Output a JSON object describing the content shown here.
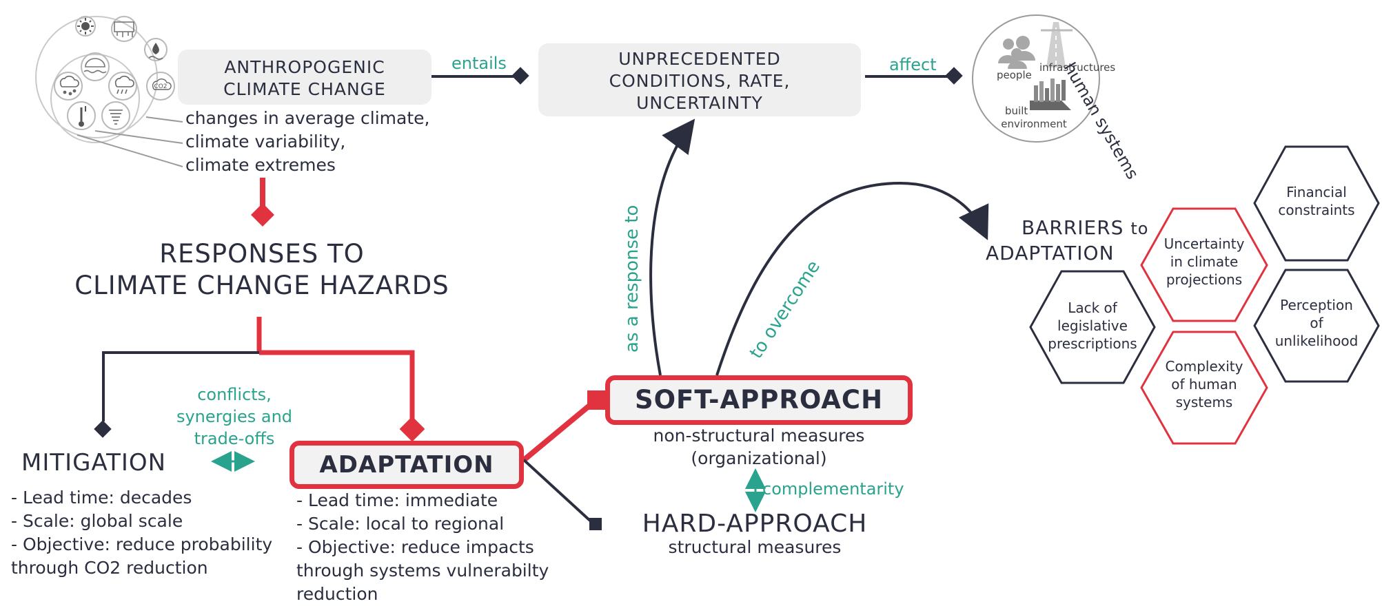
{
  "colors": {
    "navy": "#2a2e3f",
    "red": "#e0323f",
    "teal": "#2aa38e",
    "grey_box": "#efefef",
    "icon_grey": "#9a9a9a"
  },
  "climate": {
    "title_line1": "ANTHROPOGENIC",
    "title_line2": "CLIMATE CHANGE",
    "desc_line1": "changes in average climate,",
    "desc_line2": "climate variability,",
    "desc_line3": "climate extremes",
    "co2_label": "CO2",
    "icons": [
      "sun-icon",
      "frozen-ground-icon",
      "water-drop-icon",
      "cloud-rain-icon",
      "ice-melt-icon",
      "cloud-hail-icon",
      "co2-icon",
      "thermometer-icon",
      "tornado-icon"
    ]
  },
  "links": {
    "entails": "entails",
    "affect": "affect",
    "as_a_response_to": "as a response to",
    "to_overcome": "to overcome",
    "conflicts_line1": "conflicts,",
    "conflicts_line2": "synergies and",
    "conflicts_line3": "trade-offs",
    "complementarity": "complementarity"
  },
  "unprecedented": {
    "line1": "UNPRECEDENTED",
    "line2": "CONDITIONS, RATE,",
    "line3": "UNCERTAINTY"
  },
  "human_systems": {
    "arc_label": "human systems",
    "people": "people",
    "infrastructures": "infrastructures",
    "built_line1": "built",
    "built_line2": "environment"
  },
  "responses": {
    "line1": "RESPONSES TO",
    "line2": "CLIMATE CHANGE HAZARDS"
  },
  "mitigation": {
    "title": "MITIGATION",
    "items": [
      "- Lead time: decades",
      "- Scale: global scale",
      "- Objective: reduce probability",
      "through CO2 reduction"
    ]
  },
  "adaptation": {
    "title": "ADAPTATION",
    "items": [
      "- Lead time: immediate",
      "- Scale: local to regional",
      "- Objective: reduce impacts",
      "through systems vulnerabilty",
      "reduction"
    ]
  },
  "soft": {
    "title": "SOFT-APPROACH",
    "sub_line1": "non-structural measures",
    "sub_line2": "(organizational)"
  },
  "hard": {
    "title": "HARD-APPROACH",
    "sub": "structural measures"
  },
  "barriers": {
    "title_line1": "BARRIERS",
    "title_to": "to",
    "title_line2": "ADAPTATION",
    "hexes": [
      {
        "lines": [
          "Financial",
          "constraints"
        ],
        "outline": "navy"
      },
      {
        "lines": [
          "Uncertainty",
          "in climate",
          "projections"
        ],
        "outline": "red"
      },
      {
        "lines": [
          "Lack of",
          "legislative",
          "prescriptions"
        ],
        "outline": "navy"
      },
      {
        "lines": [
          "Perception",
          "of",
          "unlikelihood"
        ],
        "outline": "navy"
      },
      {
        "lines": [
          "Complexity",
          "of human",
          "systems"
        ],
        "outline": "red"
      }
    ]
  }
}
